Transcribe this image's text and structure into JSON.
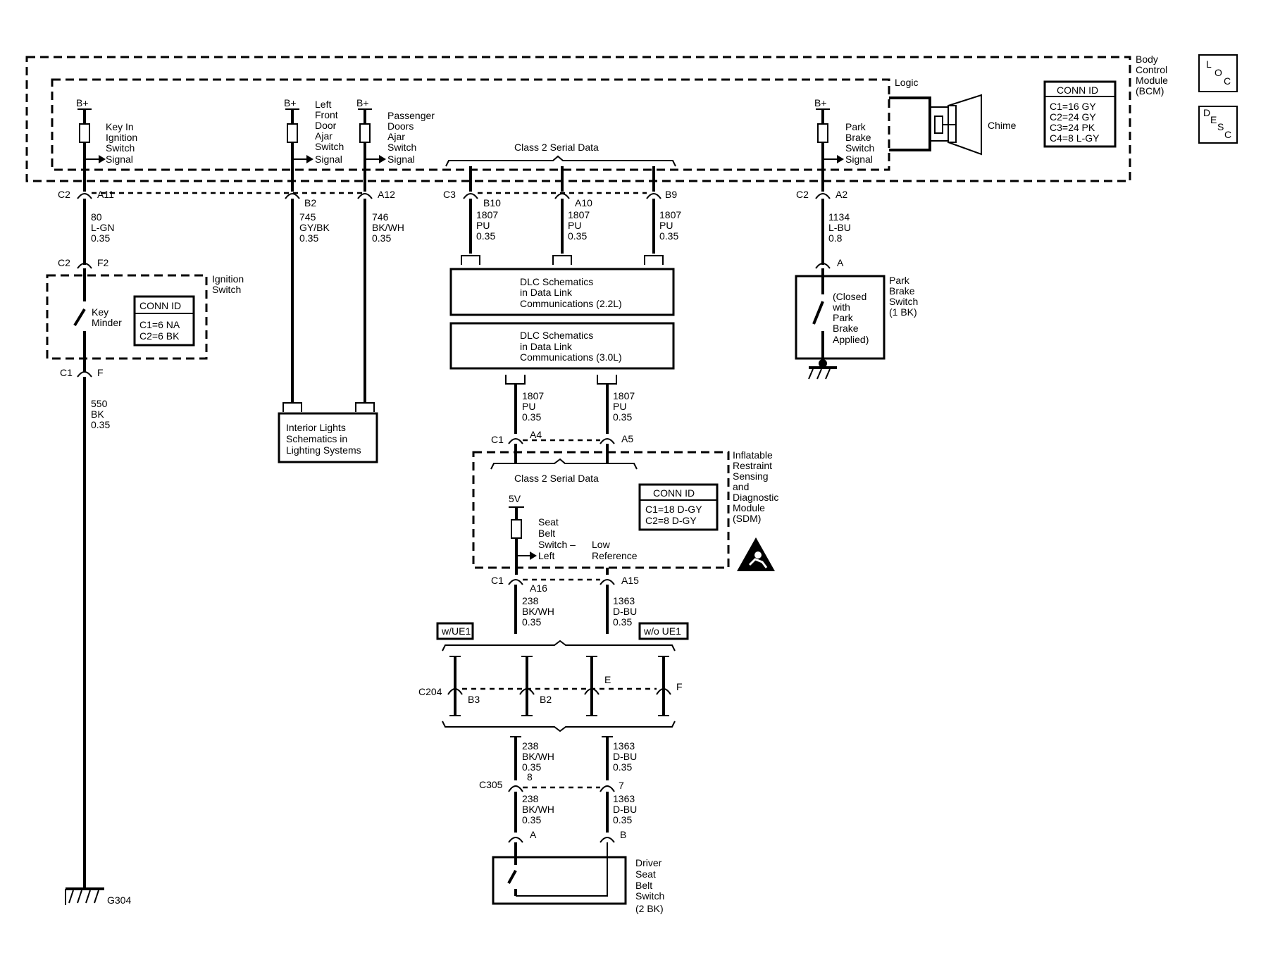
{
  "bcm": {
    "label": [
      "Body",
      "Control",
      "Module",
      "(BCM)"
    ],
    "logic": "Logic",
    "chime": "Chime",
    "conn_id_title": "CONN ID",
    "conn_ids": [
      "C1=16 GY",
      "C2=24 GY",
      "C3=24 PK",
      "C4=8 L-GY"
    ]
  },
  "bplus": "B+",
  "key_in_signal": [
    "Key In",
    "Ignition",
    "Switch",
    "Signal"
  ],
  "lf_door_signal": [
    "Left",
    "Front",
    "Door",
    "Ajar",
    "Switch",
    "Signal"
  ],
  "pass_door_signal": [
    "Passenger",
    "Doors",
    "Ajar",
    "Switch",
    "Signal"
  ],
  "park_brake_signal": [
    "Park",
    "Brake",
    "Switch",
    "Signal"
  ],
  "class2_label": "Class 2 Serial Data",
  "loc_button": [
    "L",
    "O",
    "C"
  ],
  "desc_button": [
    "D",
    "E",
    "S",
    "C"
  ],
  "connectors": {
    "c2": "C2",
    "a11": "A11",
    "f2": "F2",
    "c1": "C1",
    "f": "F",
    "b2": "B2",
    "a12": "A12",
    "c3": "C3",
    "b10": "B10",
    "a10": "A10",
    "b9": "B9",
    "a2": "A2",
    "a": "A",
    "a4": "A4",
    "a5": "A5",
    "a16": "A16",
    "a15": "A15",
    "c204": "C204",
    "b3": "B3",
    "c204_b2": "B2",
    "e": "E",
    "f_pin": "F",
    "c305": "C305",
    "p8": "8",
    "p7": "7",
    "b": "B"
  },
  "wires": {
    "w80": [
      "80",
      "L-GN",
      "0.35"
    ],
    "w550": [
      "550",
      "BK",
      "0.35"
    ],
    "w745": [
      "745",
      "GY/BK",
      "0.35"
    ],
    "w746": [
      "746",
      "BK/WH",
      "0.35"
    ],
    "w1807": [
      "1807",
      "PU",
      "0.35"
    ],
    "w1134": [
      "1134",
      "L-BU",
      "0.8"
    ],
    "w238": [
      "238",
      "BK/WH",
      "0.35"
    ],
    "w1363": [
      "1363",
      "D-BU",
      "0.35"
    ]
  },
  "ignition_switch": {
    "label": [
      "Ignition",
      "Switch"
    ],
    "key_minder": [
      "Key",
      "Minder"
    ],
    "conn_id_title": "CONN ID",
    "conn_ids": [
      "C1=6 NA",
      "C2=6 BK"
    ]
  },
  "ground": "G304",
  "interior_lights": [
    "Interior Lights",
    "Schematics in",
    "Lighting Systems"
  ],
  "dlc1": [
    "DLC Schematics",
    "in Data Link",
    "Communications  (2.2L)"
  ],
  "dlc2": [
    "DLC Schematics",
    "in Data Link",
    "Communications  (3.0L)"
  ],
  "park_brake_switch": {
    "label": [
      "Park",
      "Brake",
      "Switch",
      "(1 BK)"
    ],
    "note": [
      "(Closed",
      "with",
      "Park",
      "Brake",
      "Applied)"
    ]
  },
  "sdm": {
    "label": [
      "Inflatable",
      "Restraint",
      "Sensing",
      "and",
      "Diagnostic",
      "Module",
      "(SDM)"
    ],
    "five_v": "5V",
    "seat_belt": [
      "Seat",
      "Belt",
      "Switch –",
      "Left"
    ],
    "low_ref": [
      "Low",
      "Reference"
    ],
    "conn_id_title": "CONN ID",
    "conn_ids": [
      "C1=18 D-GY",
      "C2=8 D-GY"
    ]
  },
  "option_with": "w/UE1",
  "option_without": "w/o UE1",
  "driver_seat_switch": [
    "Driver",
    "Seat",
    "Belt",
    "Switch",
    "(2 BK)"
  ]
}
